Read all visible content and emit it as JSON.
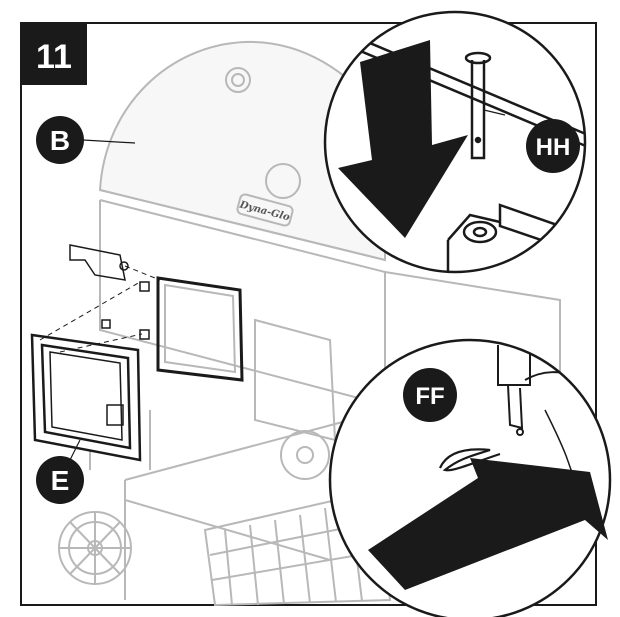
{
  "step": {
    "number": "11"
  },
  "callouts": {
    "b": "B",
    "e": "E",
    "hh": "HH",
    "ff": "FF"
  },
  "brand": {
    "logo": "Dyna-Glo"
  },
  "colors": {
    "ink": "#1a1a1a",
    "faded": "#b8b8b8",
    "badge": "#1a1a1a"
  }
}
